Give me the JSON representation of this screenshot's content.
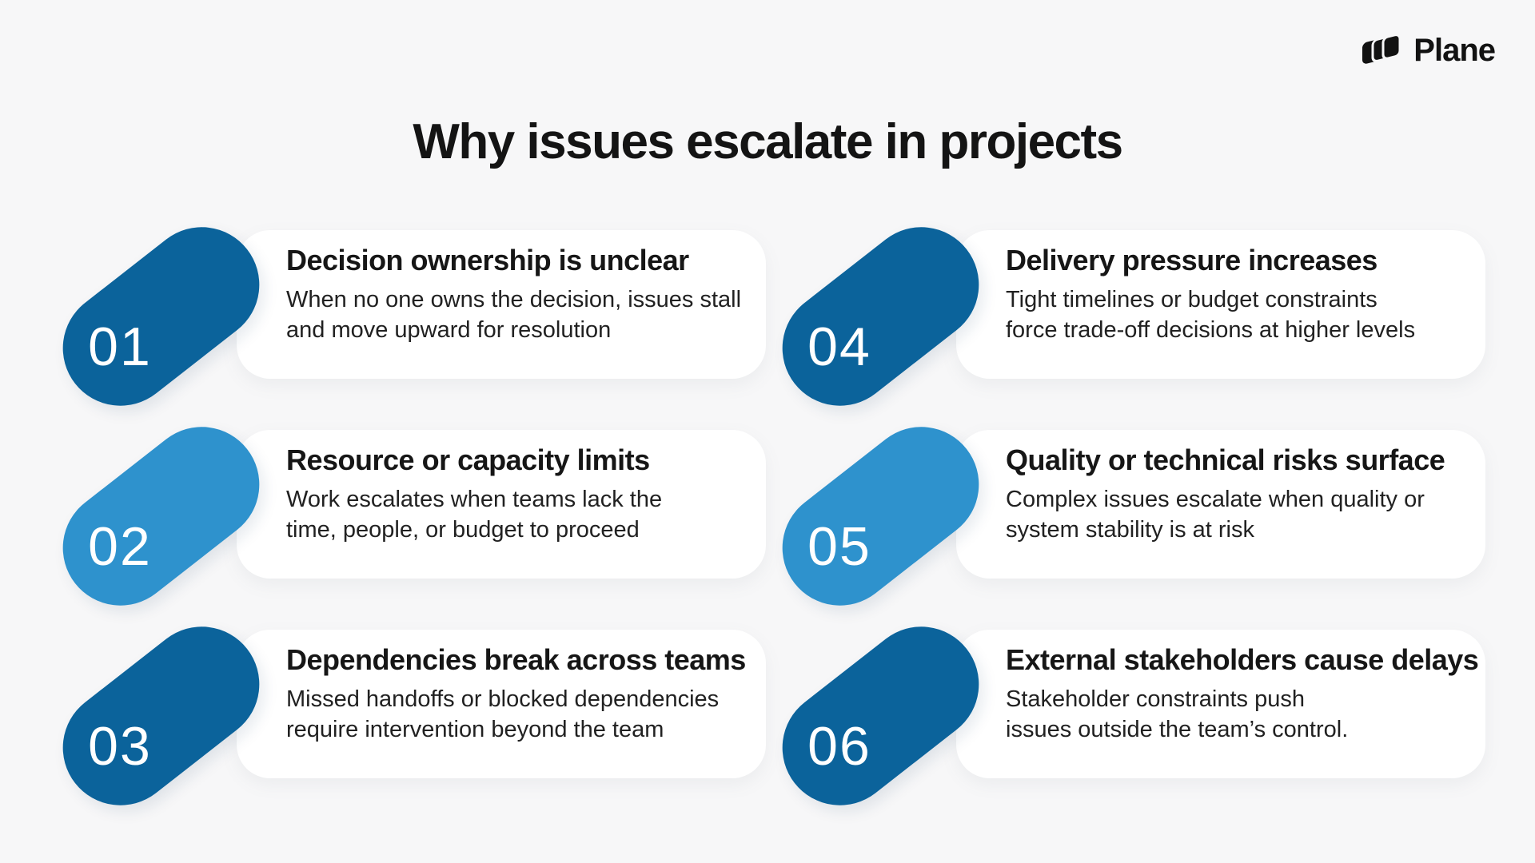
{
  "page": {
    "title": "Why issues escalate in projects",
    "background": "#f7f7f8"
  },
  "brand": {
    "name": "Plane"
  },
  "colors": {
    "dark_pill": "#0b639b",
    "light_pill": "#2e92cd",
    "card_bg": "#ffffff",
    "number_text": "#ffffff",
    "title_text": "#161616",
    "body_text": "#212121"
  },
  "items": [
    {
      "number": "01",
      "tone": "dark",
      "title": "Decision ownership is unclear",
      "body_lines": [
        "When no one owns the decision, issues stall",
        "and move upward for resolution"
      ]
    },
    {
      "number": "02",
      "tone": "light",
      "title": "Resource or capacity limits",
      "body_lines": [
        "Work escalates when teams lack the",
        "time, people, or budget to proceed"
      ]
    },
    {
      "number": "03",
      "tone": "dark",
      "title": "Dependencies break across teams",
      "body_lines": [
        "Missed handoffs or blocked dependencies",
        "require intervention beyond the team"
      ]
    },
    {
      "number": "04",
      "tone": "dark",
      "title": "Delivery pressure increases",
      "body_lines": [
        "Tight timelines or budget constraints",
        "force trade-off decisions at higher levels"
      ]
    },
    {
      "number": "05",
      "tone": "light",
      "title": "Quality or technical risks surface",
      "body_lines": [
        "Complex issues escalate when quality or",
        "system stability is at risk"
      ]
    },
    {
      "number": "06",
      "tone": "dark",
      "title": "External stakeholders cause delays",
      "body_lines": [
        "Stakeholder constraints push",
        "issues outside the team’s control."
      ]
    }
  ]
}
